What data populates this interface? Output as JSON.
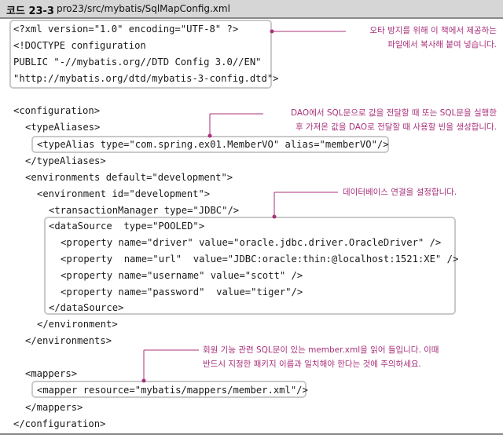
{
  "title": {
    "label": "코드 23-3",
    "path": "pro23/src/mybatis/SqlMapConfig.xml"
  },
  "code": [
    "<?xml version=\"1.0\" encoding=\"UTF-8\" ?>",
    "<!DOCTYPE configuration",
    "PUBLIC \"-//mybatis.org//DTD Config 3.0//EN\"",
    "\"http://mybatis.org/dtd/mybatis-3-config.dtd\">",
    "<configuration>",
    "<typeAliases>",
    "<typeAlias type=\"com.spring.ex01.MemberVO\" alias=\"memberVO\"/>",
    "</typeAliases>",
    "<environments default=\"development\">",
    "<environment id=\"development\">",
    "<transactionManager type=\"JDBC\"/>",
    "<dataSource  type=\"POOLED\">",
    "<property name=\"driver\" value=\"oracle.jdbc.driver.OracleDriver\" />",
    "<property  name=\"url\"  value=\"JDBC:oracle:thin:@localhost:1521:XE\" />",
    "<property name=\"username\" value=\"scott\" />",
    "<property name=\"password\"  value=\"tiger\"/>",
    "</dataSource>",
    "</environment>",
    "</environments>",
    "<mappers>",
    "<mapper resource=\"mybatis/mappers/member.xml\"/>",
    "</mappers>",
    "</configuration>"
  ],
  "notes": {
    "doctype": "오타 방지를 위해 이 책에서 제공하는\n파일에서 복사해 붙여 넣습니다.",
    "alias": "DAO에서 SQL문으로 값을 전달할 때 또는 SQL문을 실행한\n후 가져온 값을 DAO로 전달할 때 사용할 빈을 생성합니다.",
    "datasource": "데이터베이스 연결을 설정합니다.",
    "mapper": "회원 기능 관련 SQL문이 있는 member.xml을 읽어 들입니다. 이때\n반드시 지정한 패키지 이름과 일치해야 한다는 것에 주의하세요."
  },
  "colors": {
    "accent": "#a8307a",
    "box_border": "#c9c9c9",
    "title_bg": "#d6d6d6"
  }
}
